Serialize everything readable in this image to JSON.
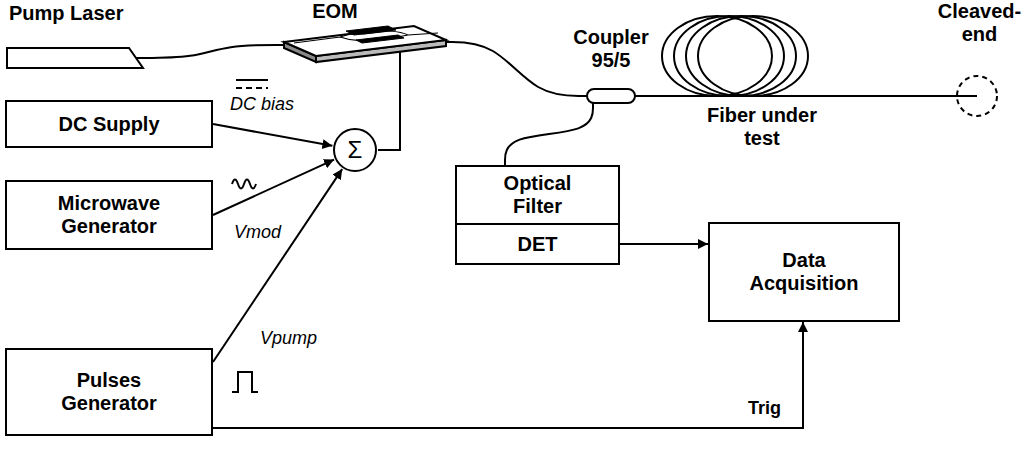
{
  "diagram": {
    "nodes": [
      {
        "text": [
          "Pump Laser"
        ]
      },
      {
        "text": [
          "EOM"
        ]
      },
      {
        "text": [
          "DC Supply"
        ]
      },
      {
        "text": [
          "Microwave Generator"
        ]
      },
      {
        "text": [
          "Pulses Generator"
        ]
      },
      {
        "text": [
          "Σ"
        ]
      },
      {
        "text": [
          "Coupler 95/5"
        ]
      },
      {
        "text": [
          "Fiber under test"
        ]
      },
      {
        "text": [
          "Cleaved-end"
        ]
      },
      {
        "text": [
          "Optical Filter"
        ]
      },
      {
        "text": [
          "DET"
        ]
      },
      {
        "text": [
          "Data Acquisition"
        ]
      }
    ],
    "edges": [
      {
        "from": 0,
        "to": 1,
        "arrow": "none"
      },
      {
        "from": 1,
        "to": 6,
        "arrow": "none"
      },
      {
        "from": 6,
        "to": 7,
        "arrow": "none"
      },
      {
        "from": 7,
        "to": 8,
        "arrow": "none"
      },
      {
        "from": 6,
        "to": 9,
        "arrow": "none"
      },
      {
        "from": 2,
        "to": 5,
        "label": "DC bias",
        "arrow": "to"
      },
      {
        "from": 3,
        "to": 5,
        "label": "Vmod",
        "arrow": "to"
      },
      {
        "from": 4,
        "to": 5,
        "label": "Vpump",
        "arrow": "to"
      },
      {
        "from": 5,
        "to": 1,
        "arrow": "none"
      },
      {
        "from": 10,
        "to": 11,
        "arrow": "to"
      },
      {
        "from": 4,
        "to": 11,
        "label": "Trig",
        "arrow": "to"
      }
    ]
  }
}
